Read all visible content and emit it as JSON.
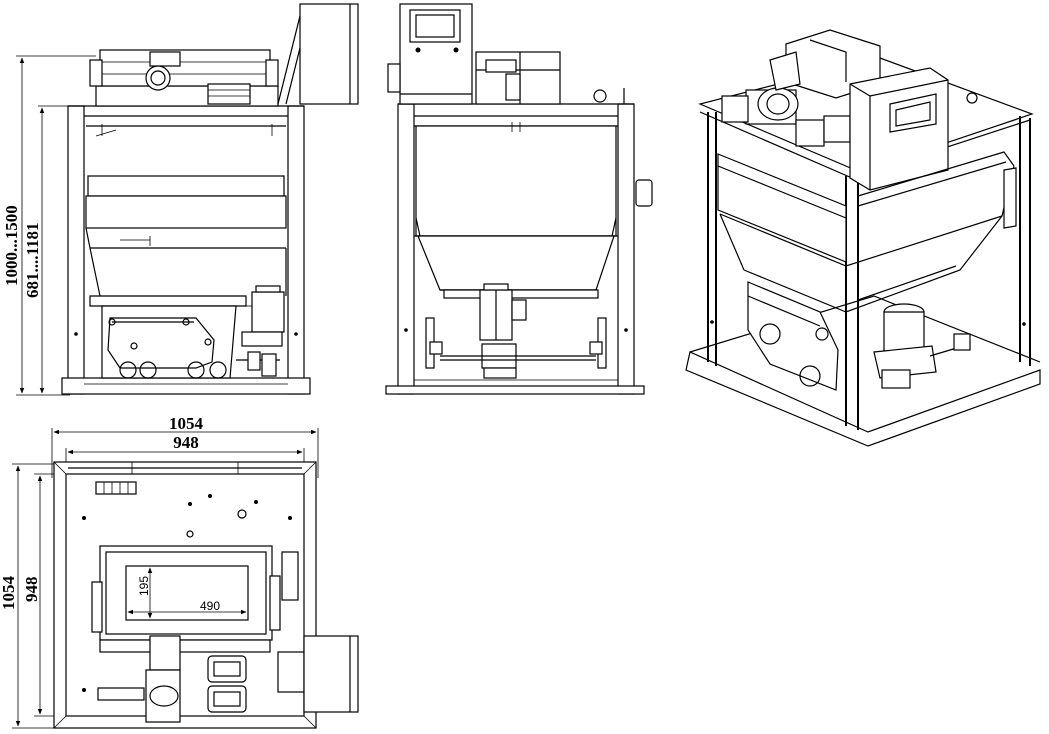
{
  "dimensions": {
    "overall_height_range": "1000...1500",
    "frame_height_range": "681....1181",
    "top_overall_width": "1054",
    "top_frame_width": "948",
    "left_overall_depth": "1054",
    "left_frame_depth": "948",
    "opening_height": "195",
    "opening_width": "490"
  }
}
